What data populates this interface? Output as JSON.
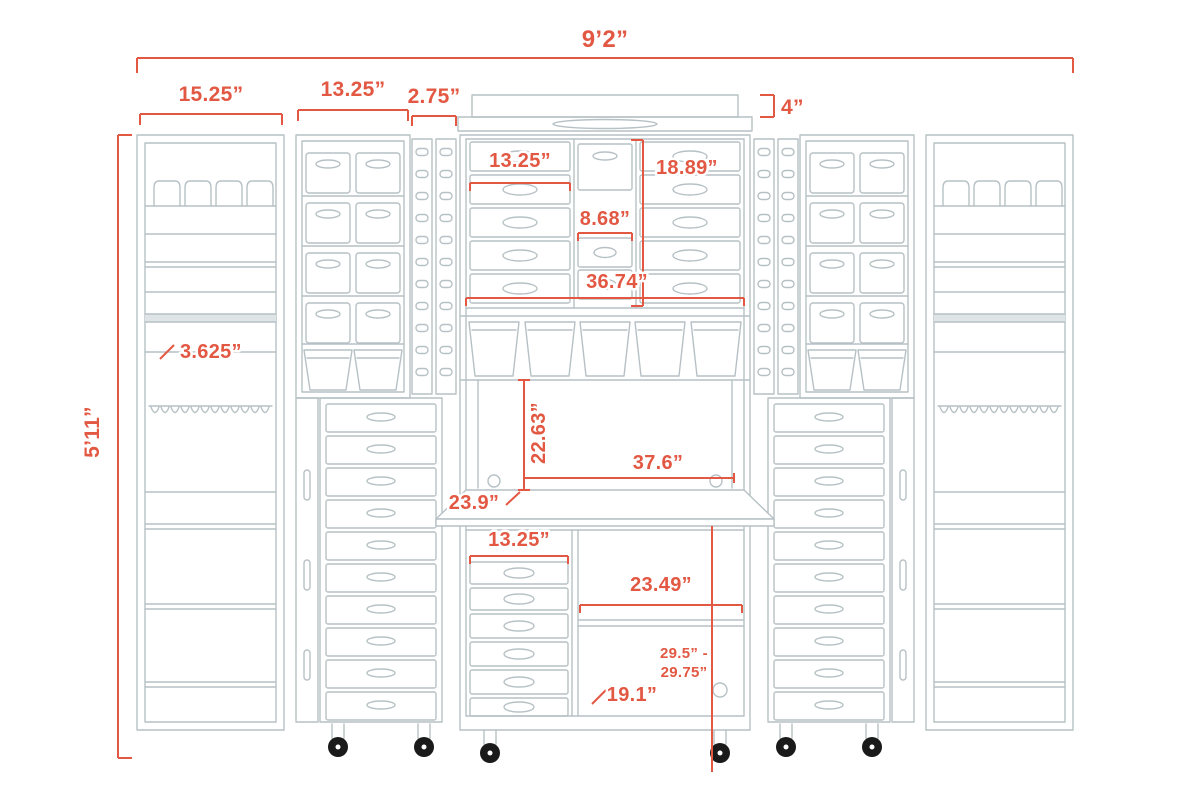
{
  "diagram": {
    "type": "furniture-dimension-diagram",
    "subject": "craft storage cabinet with fold-out desk",
    "units": "inches"
  },
  "colors": {
    "artwork_line": "#b7c1c5",
    "dimension": "#e25843",
    "caster": "#1a1a1a",
    "shelf_band": "#dfe4e6",
    "background": "#ffffff"
  },
  "dimensions": {
    "overall_width": "9’2”",
    "overall_height": "5’11”",
    "left_door_width": "15.25”",
    "left_tower_width": "13.25”",
    "spine_width": "2.75”",
    "crown_height": "4”",
    "upper_drawer_width": "13.25”",
    "upper_section_height": "18.89”",
    "upper_cubby_width": "8.68”",
    "hutch_width": "36.74”",
    "door_shelf_depth": "3.625”",
    "backboard_height": "22.63”",
    "desk_width": "37.6”",
    "desk_depth": "23.9”",
    "lower_drawer_width": "13.25”",
    "lower_cubby_width": "23.49”",
    "desk_height_range_line1": "29.5” -",
    "desk_height_range_line2": "29.75”",
    "lower_depth": "19.1”"
  }
}
